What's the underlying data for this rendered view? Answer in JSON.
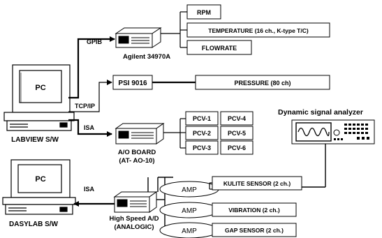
{
  "pc_label": "PC",
  "labview_label": "LABVIEW S/W",
  "dasylab_label": "DASYLAB S/W",
  "gpib_label": "GPIB",
  "tcpip_label": "TCP/IP",
  "isa_top_label": "ISA",
  "isa_bottom_label": "ISA",
  "agilent_label": "Agilent 34970A",
  "rpm_label": "RPM",
  "temperature_label": "TEMPERATURE (16 ch., K-type T/C)",
  "flowrate_label": "FLOWRATE",
  "psi_label": "PSI 9016",
  "pressure_label": "PRESSURE  (80 ch)",
  "ao_board_line1": "A/O BOARD",
  "ao_board_line2": "(AT- AO-10)",
  "pcv": [
    "PCV-1",
    "PCV-4",
    "PCV-2",
    "PCV-5",
    "PCV-3",
    "PCV-6"
  ],
  "dsa_label": "Dynamic signal analyzer",
  "highspeed_line1": "High Speed A/D",
  "highspeed_line2": "(ANALOGIC)",
  "amp_label": "AMP",
  "kulite_label": "KULITE SENSOR (2 ch.)",
  "vibration_label": "VIBRATION (2 ch.)",
  "gap_label": "GAP SENSOR (2 ch.)"
}
